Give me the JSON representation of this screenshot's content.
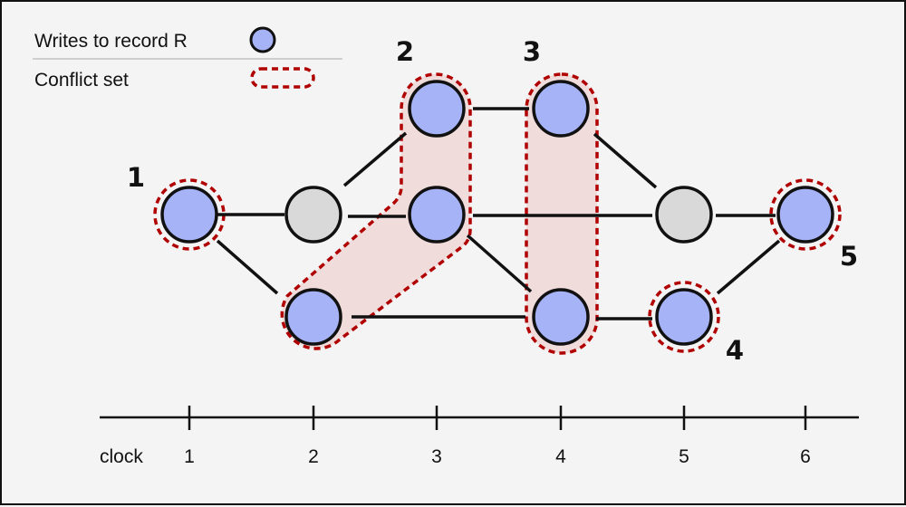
{
  "legend": {
    "writes_label": "Writes to record R",
    "conflict_label": "Conflict set"
  },
  "axis": {
    "label": "clock",
    "ticks": [
      "1",
      "2",
      "3",
      "4",
      "5",
      "6"
    ]
  },
  "conflict_set_labels": [
    "1",
    "2",
    "3",
    "4",
    "5"
  ],
  "colors": {
    "write_node": "#a6b3f7",
    "plain_node": "#d9d9d9",
    "conflict_outline": "#b00000",
    "conflict_fill": "#f1dcdc",
    "edge": "#111111"
  }
}
